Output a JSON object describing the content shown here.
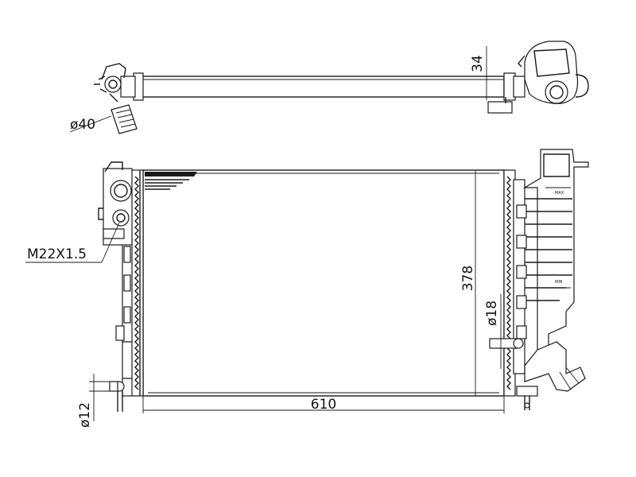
{
  "labels": {
    "top_tube_height": "34",
    "top_pipe_diameter": "ø40",
    "thread_size": "M22X1.5",
    "core_height": "378",
    "side_pipe_diameter": "ø18",
    "core_width": "610",
    "drain_diameter": "ø12"
  },
  "tank_marks": {
    "max": "MAX",
    "min": "MIN"
  }
}
